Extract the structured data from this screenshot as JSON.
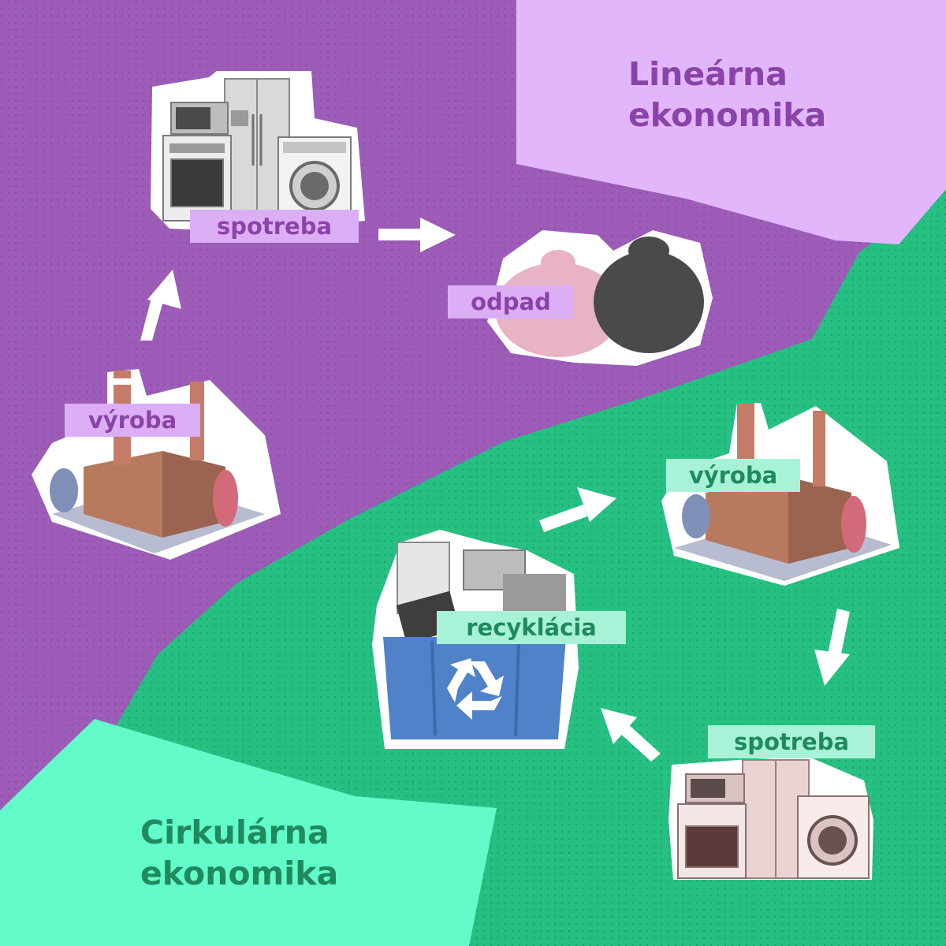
{
  "colors": {
    "linear_background": "#9c5cb8",
    "linear_panel": "#e2b6fb",
    "linear_text": "#8a43a8",
    "linear_label_bg": "#dcaef5",
    "circular_background": "#26c083",
    "circular_panel": "#63fbc9",
    "circular_text": "#1f8a5d",
    "circular_label_bg": "#a8f3d8",
    "arrow": "#ffffff"
  },
  "linear": {
    "title_line1": "Lineárna",
    "title_line2": "ekonomika",
    "steps": {
      "production": "výroba",
      "consumption": "spotreba",
      "waste": "odpad"
    }
  },
  "circular": {
    "title_line1": "Cirkulárna",
    "title_line2": "ekonomika",
    "steps": {
      "production": "výroba",
      "consumption": "spotreba",
      "recycling": "recyklácia"
    }
  },
  "icons": {
    "appliances": "appliances-icon",
    "factory": "factory-icon",
    "waste_bags": "garbage-bags-icon",
    "recycling_bin": "recycling-bin-icon",
    "arrow": "arrow-icon"
  }
}
